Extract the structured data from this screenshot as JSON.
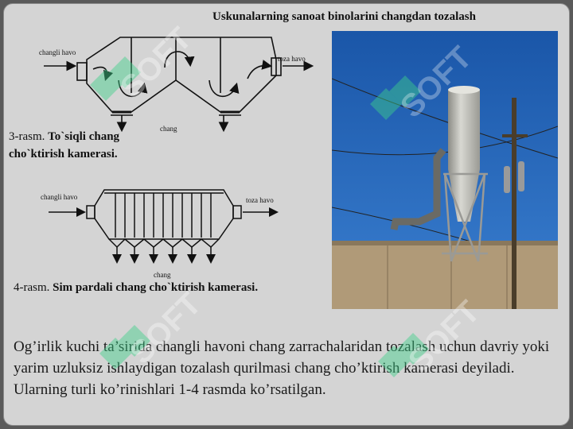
{
  "slide_title": "Uskunalarning  sanoat binolarini changdan tozalash",
  "figure3": {
    "label_in": "changli havo",
    "label_out": "toza havo",
    "label_dust": "chang",
    "caption_num": "3-rasm.",
    "caption_title": "To`siqli chang cho`ktirish kamerasi."
  },
  "figure4": {
    "label_in": "changli havo",
    "label_out": "toza havo",
    "label_dust": "chang",
    "caption_num": "4-rasm.",
    "caption_title": "Sim pardali chang cho`ktirish kamerasi."
  },
  "body_text": "Og’irlik kuchi ta’sirida changli havoni chang zarrachalaridan tozalash uchun davriy yoki yarim uzluksiz ishlaydigan tozalash qurilmasi chang cho’ktirish kamerasi deyiladi. Ularning turli ko’rinishlari 1-4 rasmda ko’rsatilgan.",
  "watermark_text": "SOFT",
  "colors": {
    "slide_bg": "#d4d4d4",
    "frame_bg": "#5a5a5a",
    "sky": "#1f63b5",
    "watermark": "#3fd18a"
  }
}
